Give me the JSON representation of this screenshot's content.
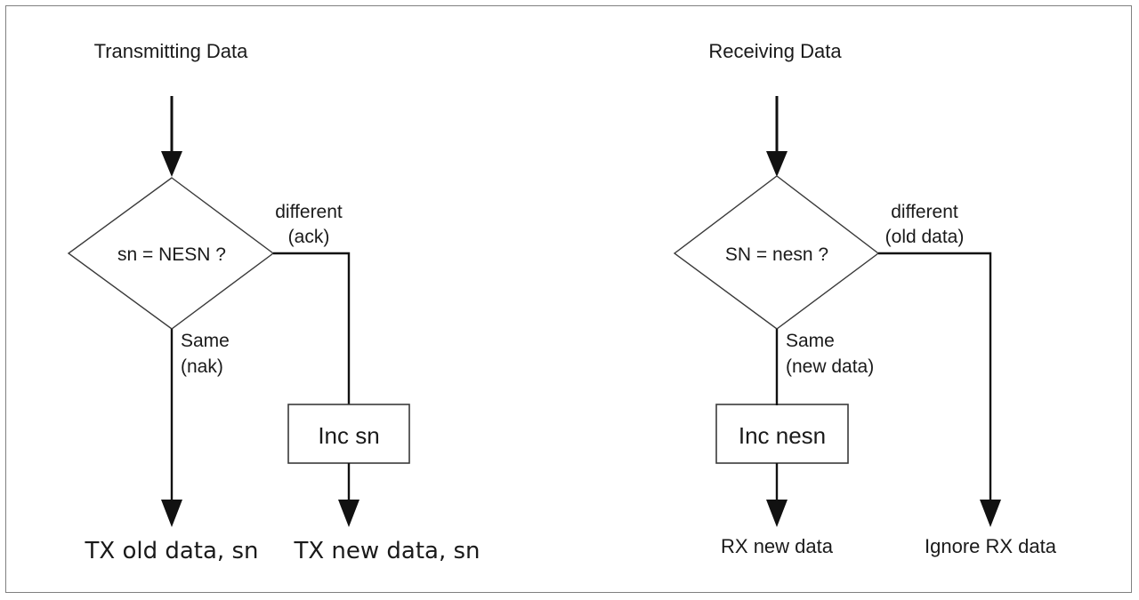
{
  "diagram": {
    "type": "flowchart",
    "title_left": "Transmitting Data",
    "title_right": "Receiving Data",
    "frame_color": "#808080",
    "line_color": "#111111",
    "text_color": "#1a1a1a",
    "panels": [
      {
        "id": "transmitting",
        "title": "Transmitting Data",
        "decision": "sn = NESN ?",
        "branch_yes_label_1": "Same",
        "branch_yes_label_2": "(nak)",
        "branch_no_label_1": "different",
        "branch_no_label_2": "(ack)",
        "process": "Inc sn",
        "outcome_yes": "TX old data, sn",
        "outcome_no": "TX new data, sn"
      },
      {
        "id": "receiving",
        "title": "Receiving Data",
        "decision": "SN = nesn ?",
        "branch_yes_label_1": "Same",
        "branch_yes_label_2": "(new data)",
        "branch_no_label_1": "different",
        "branch_no_label_2": "(old data)",
        "process": "Inc nesn",
        "outcome_yes": "RX new data",
        "outcome_no": "Ignore RX data"
      }
    ]
  }
}
